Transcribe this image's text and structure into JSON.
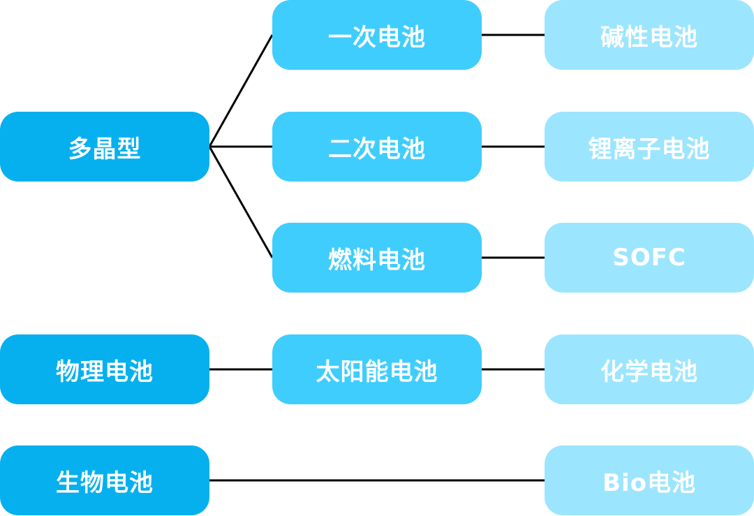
{
  "colors": {
    "level1": "#06b0ef",
    "level2": "#3fcdfe",
    "level3": "#9ce5fe",
    "connector": "#000000",
    "text": "#ffffff"
  },
  "level1": {
    "polycrystalline": "多晶型",
    "physical_battery": "物理电池",
    "bio_battery": "生物电池"
  },
  "level2": {
    "primary_battery": "一次电池",
    "secondary_battery": "二次电池",
    "fuel_cell": "燃料电池",
    "solar_cell": "太阳能电池"
  },
  "level3": {
    "alkaline_battery": "碱性电池",
    "lithium_ion_battery": "锂离子电池",
    "sofc": "SOFC",
    "chemical_battery": "化学电池",
    "bio_cell": "Bio电池"
  }
}
